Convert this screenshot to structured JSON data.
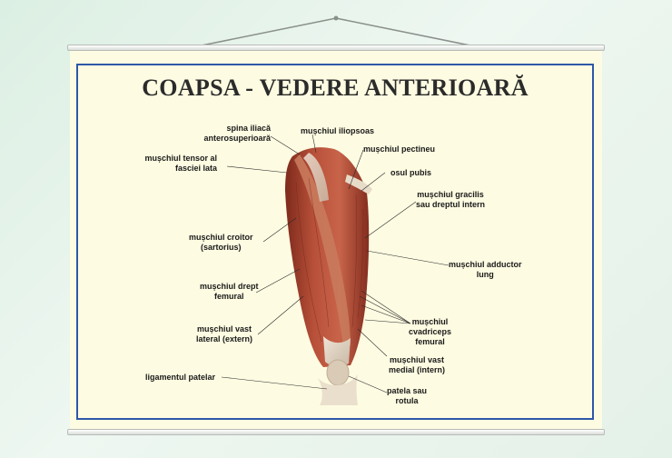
{
  "poster": {
    "title": "COAPSA - VEDERE ANTERIOARĂ",
    "labels": {
      "spina_iliaca": "spina iliacă",
      "anterosuperioara": "anterosuperioară",
      "iliopsoas": "mușchiul iliopsoas",
      "pectineu": "mușchiul pectineu",
      "tensor_1": "mușchiul tensor al",
      "tensor_2": "fasciei lata",
      "osul_pubis": "osul pubis",
      "gracilis_1": "mușchiul gracilis",
      "gracilis_2": "sau dreptul intern",
      "croitor_1": "mușchiul croitor",
      "croitor_2": "(sartorius)",
      "adductor_1": "mușchiul adductor",
      "adductor_2": "lung",
      "drept_1": "mușchiul drept",
      "drept_2": "femural",
      "cvadriceps_1": "mușchiul",
      "cvadriceps_2": "cvadriceps",
      "cvadriceps_3": "femural",
      "vast_lat_1": "mușchiul vast",
      "vast_lat_2": "lateral (extern)",
      "vast_med_1": "mușchiul vast",
      "vast_med_2": "medial (intern)",
      "ligament": "ligamentul patelar",
      "patela_1": "patela sau",
      "patela_2": "rotula"
    }
  },
  "colors": {
    "frame": "#2e57a8",
    "poster_bg": "#fdfbe1",
    "muscle": "#a8412e"
  }
}
